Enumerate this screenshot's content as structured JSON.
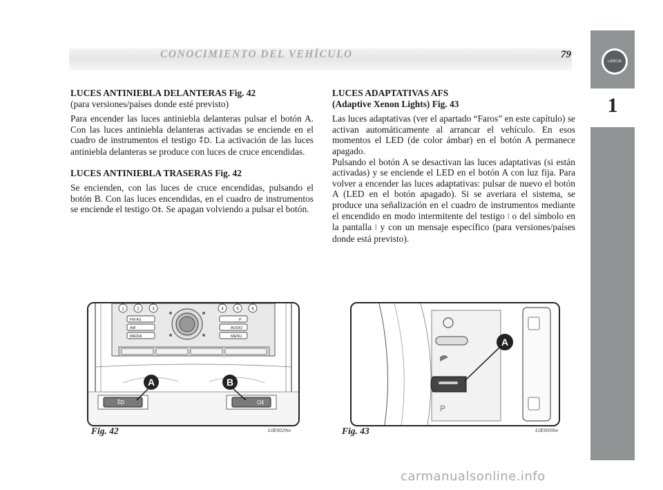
{
  "header": {
    "title": "CONOCIMIENTO DEL VEHÍCULO",
    "page_number": "79"
  },
  "side_tab": {
    "chapter": "1",
    "logo_text": "LANCIA"
  },
  "left_column": {
    "sec1_title": "LUCES ANTINIEBLA DELANTERAS Fig. 42",
    "sec1_subtitle": "(para versiones/países donde esté previsto)",
    "sec1_body_a": "Para encender las luces antiniebla delanteras pulsar el botón A. Con las luces antiniebla delanteras activadas se enciende en el cuadro de instrumentos el testigo ",
    "sec1_icon": "⁑D",
    "sec1_body_b": ". La activación de las luces antiniebla delanteras se produce con luces de cruce encendidas.",
    "sec2_title": "LUCES ANTINIEBLA TRASERAS Fig. 42",
    "sec2_body_a": "Se encienden, con las luces de cruce encendidas, pulsando el botón B. Con las luces encendidas, en el cuadro de instrumentos se enciende el testigo ",
    "sec2_icon": "O‡",
    "sec2_body_b": ". Se apagan volviendo a pulsar el botón."
  },
  "right_column": {
    "sec_title_1": "LUCES ADAPTATIVAS AFS",
    "sec_title_2": "(Adaptive Xenon Lights) Fig. 43",
    "para1": "Las luces adaptativas (ver el apartado “Faros” en este capítulo) se activan automáticamente al arrancar el vehículo. En esos momentos el LED (de color ámbar) en el botón A permanece apagado.",
    "para2_a": "Pulsando el botón A se desactivan las luces adaptativas (si están activadas) y se enciende el LED en el botón A con luz fija. Para volver a encender las luces adaptativas: pulsar de nuevo el botón A (LED en el botón apagado). Si se averiara el sistema, se produce una señalización en el cuadro de instrumentos mediante el encendido en modo intermitente del testigo ",
    "para2_icon1": "⦚",
    "para2_b": " o del símbolo en la pantalla ",
    "para2_icon2": "⦚",
    "para2_c": " y con un mensaje específico (para versiones/países donde está previsto)."
  },
  "figures": {
    "fig42": {
      "caption": "Fig. 42",
      "code": "L0E0029m",
      "radio_buttons_top_left": [
        "1",
        "2",
        "3"
      ],
      "radio_buttons_top_right": [
        "4",
        "5",
        "6"
      ],
      "radio_labels_left": [
        "FM AS",
        "AM",
        "MEDIA"
      ],
      "radio_labels_right": [
        "P",
        "AUDIO",
        "MENU"
      ],
      "callout_a": "A",
      "callout_b": "B"
    },
    "fig43": {
      "caption": "Fig. 43",
      "code": "L0E0030m",
      "callout_a": "A"
    }
  },
  "watermark": "carmanualsonline.info"
}
